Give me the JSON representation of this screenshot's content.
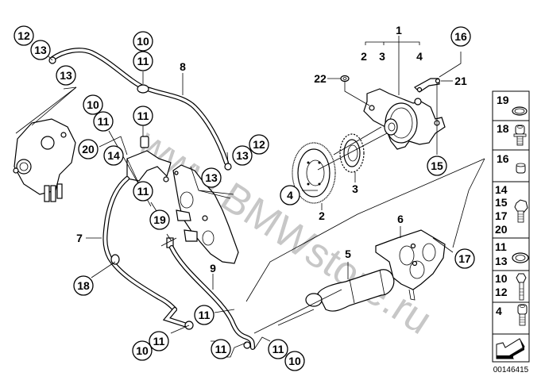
{
  "diagram": {
    "id": "00146415",
    "watermark": "www.BMWstore.ru",
    "callouts": {
      "c12a": "12",
      "c13a": "13",
      "c13b": "13",
      "c10a": "10",
      "c11a": "11",
      "c11b": "11",
      "c10b": "10",
      "c11c": "11",
      "c20": "20",
      "c14": "14",
      "c11d": "11",
      "c19": "19",
      "c18": "18",
      "c13c": "13",
      "c12b": "12",
      "c13d": "13",
      "c4": "4",
      "c15": "15",
      "c16": "16",
      "c17": "17",
      "c11e": "11",
      "c11f": "11",
      "c10c": "10",
      "c11g": "11",
      "c11h": "11",
      "c10d": "10"
    },
    "labels": {
      "l1": "1",
      "l2a": "2",
      "l3a": "3",
      "l4a": "4",
      "l2": "2",
      "l3": "3",
      "l5": "5",
      "l6": "6",
      "l7": "7",
      "l8": "8",
      "l9": "9",
      "l21": "21",
      "l22": "22"
    }
  },
  "legend": [
    {
      "numbers": [
        "19"
      ],
      "part": "o-ring-seal"
    },
    {
      "numbers": [
        "18"
      ],
      "part": "banjo-bolt"
    },
    {
      "numbers": [
        "16"
      ],
      "part": "bushing-sleeve"
    },
    {
      "numbers": [
        "14",
        "15",
        "17",
        "20"
      ],
      "part": "hex-flange-bolt"
    },
    {
      "numbers": [
        "11",
        "13"
      ],
      "part": "sealing-ring"
    },
    {
      "numbers": [
        "10",
        "12"
      ],
      "part": "hollow-bolt"
    },
    {
      "numbers": [
        "4"
      ],
      "part": "socket-head-screw"
    },
    {
      "numbers": [],
      "part": "direction-arrow"
    }
  ]
}
